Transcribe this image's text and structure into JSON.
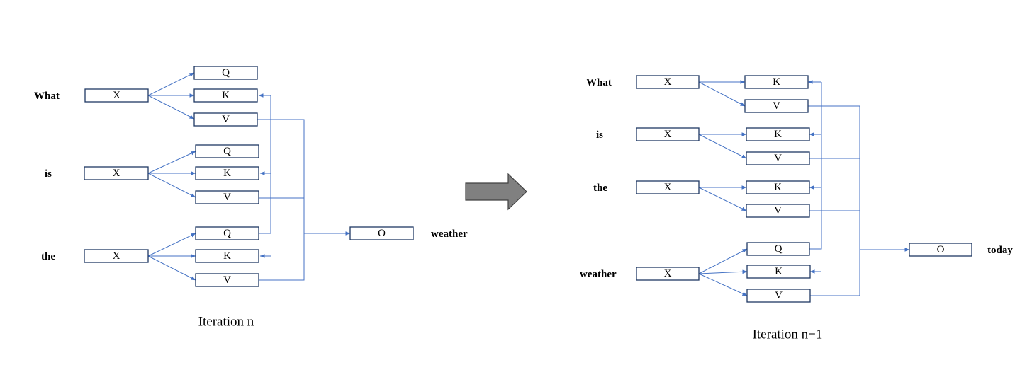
{
  "iteration_n": {
    "caption": "Iteration n",
    "output_word": "weather",
    "output_label": "O",
    "tokens": [
      {
        "word": "What",
        "x_label": "X",
        "q_label": "Q",
        "k_label": "K",
        "v_label": "V"
      },
      {
        "word": "is",
        "x_label": "X",
        "q_label": "Q",
        "k_label": "K",
        "v_label": "V"
      },
      {
        "word": "the",
        "x_label": "X",
        "q_label": "Q",
        "k_label": "K",
        "v_label": "V"
      }
    ]
  },
  "iteration_n1": {
    "caption": "Iteration n+1",
    "output_word": "today",
    "output_label": "O",
    "tokens": [
      {
        "word": "What",
        "x_label": "X",
        "k_label": "K",
        "v_label": "V"
      },
      {
        "word": "is",
        "x_label": "X",
        "k_label": "K",
        "v_label": "V"
      },
      {
        "word": "the",
        "x_label": "X",
        "k_label": "K",
        "v_label": "V"
      },
      {
        "word": "weather",
        "x_label": "X",
        "q_label": "Q",
        "k_label": "K",
        "v_label": "V"
      }
    ]
  },
  "colors": {
    "box_border": "#1f3864",
    "connector": "#4472c4",
    "transition_arrow": "#808080"
  },
  "icons": {
    "transition": "right-block-arrow-icon"
  }
}
